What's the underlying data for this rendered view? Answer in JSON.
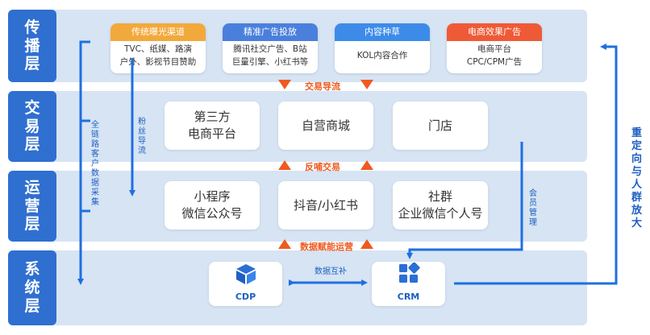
{
  "layers": [
    {
      "label": "传播层"
    },
    {
      "label": "交易层"
    },
    {
      "label": "运营层"
    },
    {
      "label": "系统层"
    }
  ],
  "channels": [
    {
      "title": "传统曝光渠道",
      "body": "TVC、纸媒、路演\n户外、影视节目赞助",
      "color": "#f2a93b"
    },
    {
      "title": "精准广告投放",
      "body": "腾讯社交广告、B站\n巨量引擎、小红书等",
      "color": "#4a7fdc"
    },
    {
      "title": "内容种草",
      "body": "KOL内容合作",
      "color": "#3d8be8"
    },
    {
      "title": "电商效果广告",
      "body": "电商平台\nCPC/CPM广告",
      "color": "#ef5a36"
    }
  ],
  "trade_boxes": [
    "第三方\n电商平台",
    "自营商城",
    "门店"
  ],
  "ops_boxes": [
    "小程序\n微信公众号",
    "抖音/小红书",
    "社群\n企业微信个人号"
  ],
  "flow_labels": {
    "traffic": "交易导流",
    "feedback": "反哺交易",
    "empower": "数据赋能运营"
  },
  "side_labels": {
    "full_link": "全链路客户数据采集",
    "fans": "粉丝导流",
    "member": "会员管理",
    "retarget": "重定向与人群放大"
  },
  "systems": {
    "cdp": "CDP",
    "crm": "CRM",
    "exchange": "数据互补"
  },
  "colors": {
    "layer_blue": "#2f6fd0",
    "band_bg": "#d6e4f4",
    "accent_orange": "#ef5a1f",
    "arrow_blue": "#1f6fe0"
  }
}
